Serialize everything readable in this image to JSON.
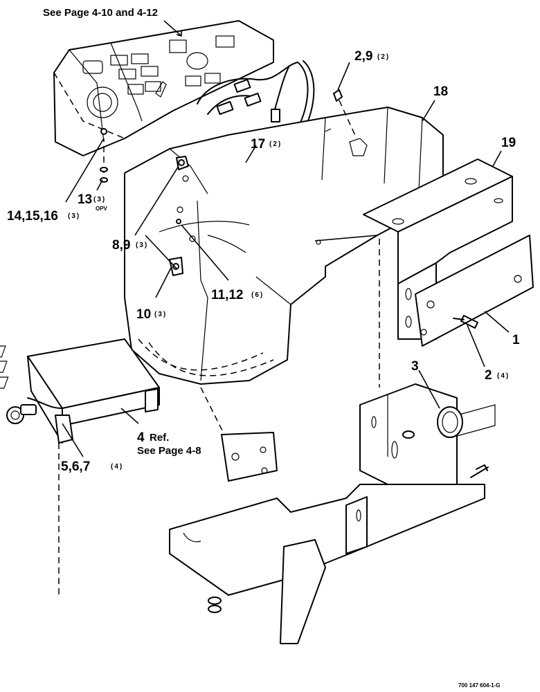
{
  "callouts": {
    "see_page_top": "See Page 4-10 and 4-12",
    "c1": "1",
    "c2_num": "2",
    "c2_qty": "(4)",
    "c2_9_num": "2,9",
    "c2_9_qty": "(2)",
    "c3": "3",
    "c4_num": "4",
    "c4_ref": "Ref.",
    "c4_see": "See Page 4-8",
    "c5_num": "5,6,7",
    "c5_qty": "(4)",
    "c8_num": "8,9",
    "c8_qty": "(3)",
    "c10_num": "10",
    "c10_qty": "(3)",
    "c11_num": "11,12",
    "c11_qty": "(6)",
    "c13_num": "13",
    "c13_qty": "(3)",
    "c13_opv": "OPV",
    "c14_num": "14,15,16",
    "c14_qty": "(3)",
    "c17_num": "17",
    "c17_qty": "(2)",
    "c18": "18",
    "c19": "19"
  },
  "figure_code": "700 147 604-1-G"
}
